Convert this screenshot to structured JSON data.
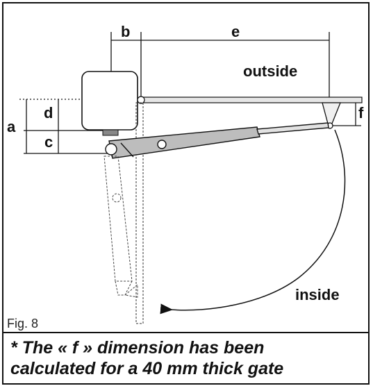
{
  "figure": {
    "labels": {
      "a": "a",
      "b": "b",
      "c": "c",
      "d": "d",
      "e": "e",
      "f": "f",
      "outside": "outside",
      "inside": "inside"
    },
    "caption": "Fig. 8"
  },
  "note": {
    "line1": "* The « f » dimension has been",
    "line2": "calculated for a 40 mm thick gate"
  }
}
